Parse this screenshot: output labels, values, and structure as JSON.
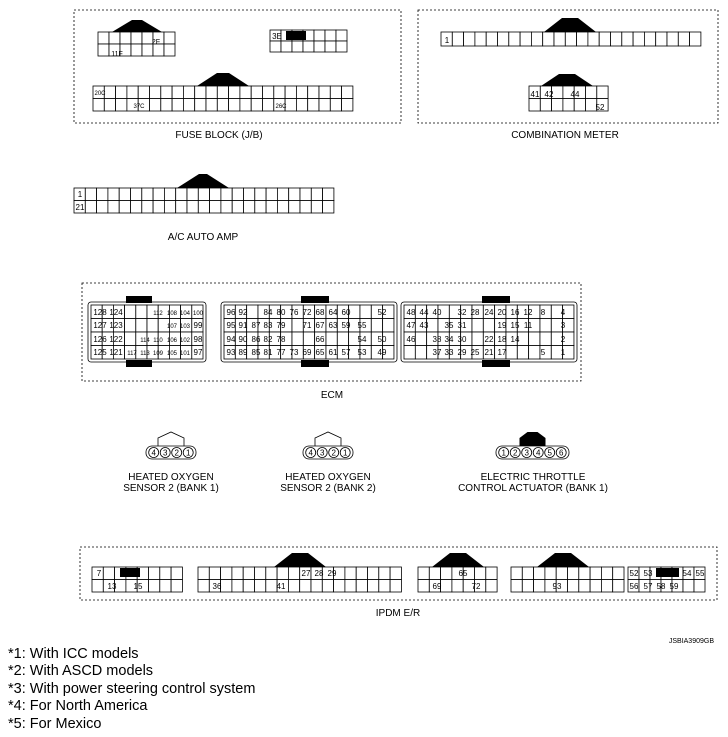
{
  "connectors": {
    "fuse_block": {
      "label": "FUSE BLOCK (J/B)",
      "top_pins": [
        "2F",
        "11F"
      ],
      "mid_pins": [
        "3E"
      ],
      "bottom_pins": [
        "20C",
        "37C",
        "26C"
      ]
    },
    "combination_meter": {
      "label": "COMBINATION METER",
      "top_pins": [
        "1"
      ],
      "bottom_pins": [
        "41",
        "42",
        "44",
        "52"
      ]
    },
    "ac_auto_amp": {
      "label": "A/C AUTO AMP",
      "pins": [
        "1",
        "21"
      ]
    },
    "ecm": {
      "label": "ECM",
      "left_block": [
        [
          "128",
          "124",
          "112",
          "108",
          "104",
          "100"
        ],
        [
          "127",
          "123",
          "107",
          "103",
          "99"
        ],
        [
          "126",
          "122",
          "114",
          "110",
          "106",
          "102",
          "98"
        ],
        [
          "125",
          "121",
          "117",
          "113",
          "109",
          "105",
          "101",
          "97"
        ]
      ],
      "middle_block": [
        [
          "96",
          "92",
          "84",
          "80",
          "76",
          "72",
          "68",
          "64",
          "60",
          "52"
        ],
        [
          "95",
          "91",
          "87",
          "83",
          "79",
          "71",
          "67",
          "63",
          "59",
          "55"
        ],
        [
          "94",
          "90",
          "86",
          "82",
          "78",
          "66",
          "54",
          "50"
        ],
        [
          "93",
          "89",
          "85",
          "81",
          "77",
          "73",
          "69",
          "65",
          "61",
          "57",
          "53",
          "49"
        ]
      ],
      "right_block": [
        [
          "48",
          "44",
          "40",
          "32",
          "28",
          "24",
          "20",
          "16",
          "12",
          "8",
          "4"
        ],
        [
          "47",
          "43",
          "35",
          "31",
          "19",
          "15",
          "11",
          "3"
        ],
        [
          "46",
          "38",
          "34",
          "30",
          "22",
          "18",
          "14",
          "2"
        ],
        [
          "37",
          "33",
          "29",
          "25",
          "21",
          "17",
          "5",
          "1"
        ]
      ]
    },
    "ho2s2_bank1": {
      "label_line1": "HEATED OXYGEN",
      "label_line2": "SENSOR 2 (BANK 1)",
      "pins": [
        "4",
        "3",
        "2",
        "1"
      ]
    },
    "ho2s2_bank2": {
      "label_line1": "HEATED OXYGEN",
      "label_line2": "SENSOR 2 (BANK 2)",
      "pins": [
        "4",
        "3",
        "2",
        "1"
      ]
    },
    "throttle_actuator": {
      "label_line1": "ELECTRIC THROTTLE",
      "label_line2": "CONTROL ACTUATOR (BANK 1)",
      "pins": [
        "1",
        "2",
        "3",
        "4",
        "5",
        "6"
      ]
    },
    "ipdm": {
      "label": "IPDM E/R",
      "block1": [
        "7",
        "13",
        "15"
      ],
      "block2": [
        "27",
        "28",
        "29",
        "36",
        "41"
      ],
      "block3": [
        "65",
        "69",
        "72"
      ],
      "block4": [
        "93"
      ],
      "block5": [
        "52",
        "53",
        "54",
        "55",
        "56",
        "57",
        "58",
        "59"
      ]
    }
  },
  "figure_code": "JSBIA3909GB",
  "notes": [
    "*1: With ICC models",
    "*2: With ASCD models",
    "*3: With power steering control system",
    "*4: For North America",
    "*5: For Mexico"
  ]
}
